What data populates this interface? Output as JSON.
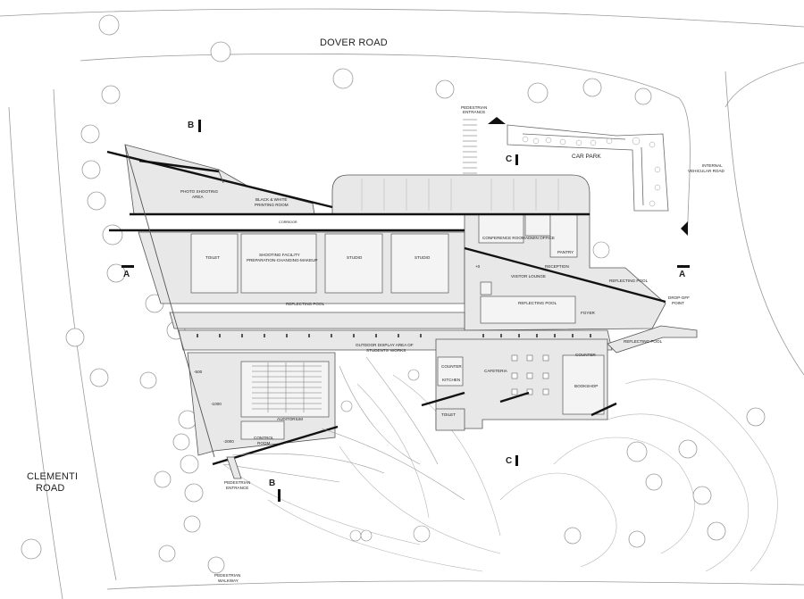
{
  "roads": {
    "dover": "DOVER ROAD",
    "clementi_1": "CLEMENTI",
    "clementi_2": "ROAD",
    "car_park": "CAR PARK",
    "internal_1": "INTERNAL",
    "internal_2": "VEHICULAR ROAD",
    "ped_walkway_1": "PEDESTRIAN",
    "ped_walkway_2": "WALKWAY",
    "ped_entrance_top_1": "PEDESTRIAN",
    "ped_entrance_top_2": "ENTRANCE",
    "ped_entrance_bottom_1": "PEDESTRIAN",
    "ped_entrance_bottom_2": "ENTRANCE",
    "drop_off_1": "DROP-OFF",
    "drop_off_2": "POINT"
  },
  "sections": {
    "b_top": "B",
    "b_bottom": "B",
    "c_top": "C",
    "c_bottom": "C",
    "a_left": "A",
    "a_right": "A"
  },
  "rooms": {
    "photo_shooting_1": "PHOTO SHOOTING",
    "photo_shooting_2": "AREA",
    "bw_printing_1": "BLACK & WHITE",
    "bw_printing_2": "PRINTING ROOM",
    "corridor": "CORRIDOR",
    "toilet_left": "TOILET",
    "shooting_facility_1": "SHOOTING FACILITY",
    "shooting_facility_2": "PREPARATION-CHANGING-MAKEUP",
    "studio_1": "STUDIO",
    "studio_2": "STUDIO",
    "reflecting_pool_left": "REFLECTING POOL",
    "conference_room": "CONFERENCE ROOM",
    "admin_office": "ADMIN OFFICE",
    "pantry": "PANTRY",
    "reception": "RECEPTION",
    "visitor_lounge": "VISITOR LOUNGE",
    "reflecting_pool_center": "REFLECTING POOL",
    "reflecting_pool_right_top": "REFLECTING POOL",
    "foyer": "FOYER",
    "reflecting_pool_right_bottom": "REFLECTING POOL",
    "outdoor_display_1": "OUTDOOR DISPLAY AREA OF",
    "outdoor_display_2": "STUDENTS' WORKS",
    "counter_left": "COUNTER",
    "kitchen": "KITCHEN",
    "cafeteria": "CAFETERIA",
    "counter_right": "COUNTER",
    "bookshop": "BOOKSHOP",
    "toilet_bottom": "TOILET",
    "auditorium": "AUDITORIUM",
    "control_room_1": "CONTROL",
    "control_room_2": "ROOM"
  },
  "levels": {
    "l_zero": "+0",
    "l_500": "-500",
    "l_1000": "-1000",
    "l_2000": "-2000"
  }
}
